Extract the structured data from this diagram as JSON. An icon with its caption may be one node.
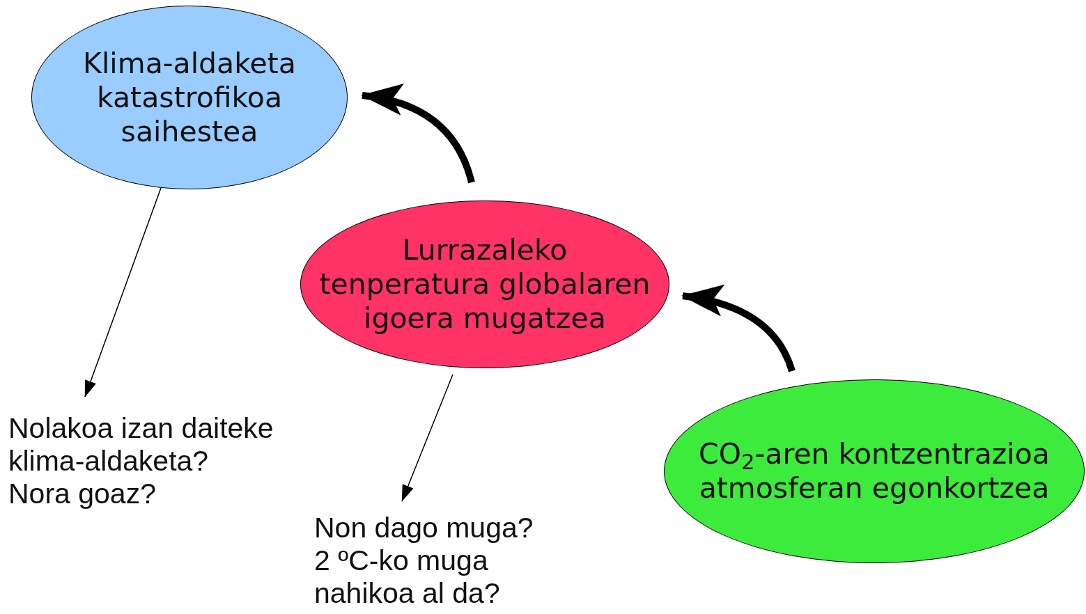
{
  "diagram": {
    "nodes": [
      {
        "text": [
          "Klima-aldaketa katastrofikoa saihestea"
        ]
      },
      {
        "text": [
          "Lurrazaleko tenperatura globalaren igoera mugatzea"
        ]
      },
      {
        "text": [
          "CO$_{2}$-aren kontzentrazioa atmosferan egonkortzea"
        ]
      },
      {
        "text": [
          "Nolakoa izan daiteke klima-aldaketa?",
          "Nora goaz?"
        ]
      },
      {
        "text": [
          "Non dago muga?",
          "2 ºC-ko muga nahikoa al da?"
        ]
      }
    ],
    "edges": [
      {
        "from": 2,
        "to": 1,
        "arrow": "to",
        "style": "thick"
      },
      {
        "from": 1,
        "to": 0,
        "arrow": "to",
        "style": "thick"
      },
      {
        "from": 0,
        "to": 3,
        "arrow": "to"
      },
      {
        "from": 1,
        "to": 4,
        "arrow": "to"
      }
    ]
  }
}
